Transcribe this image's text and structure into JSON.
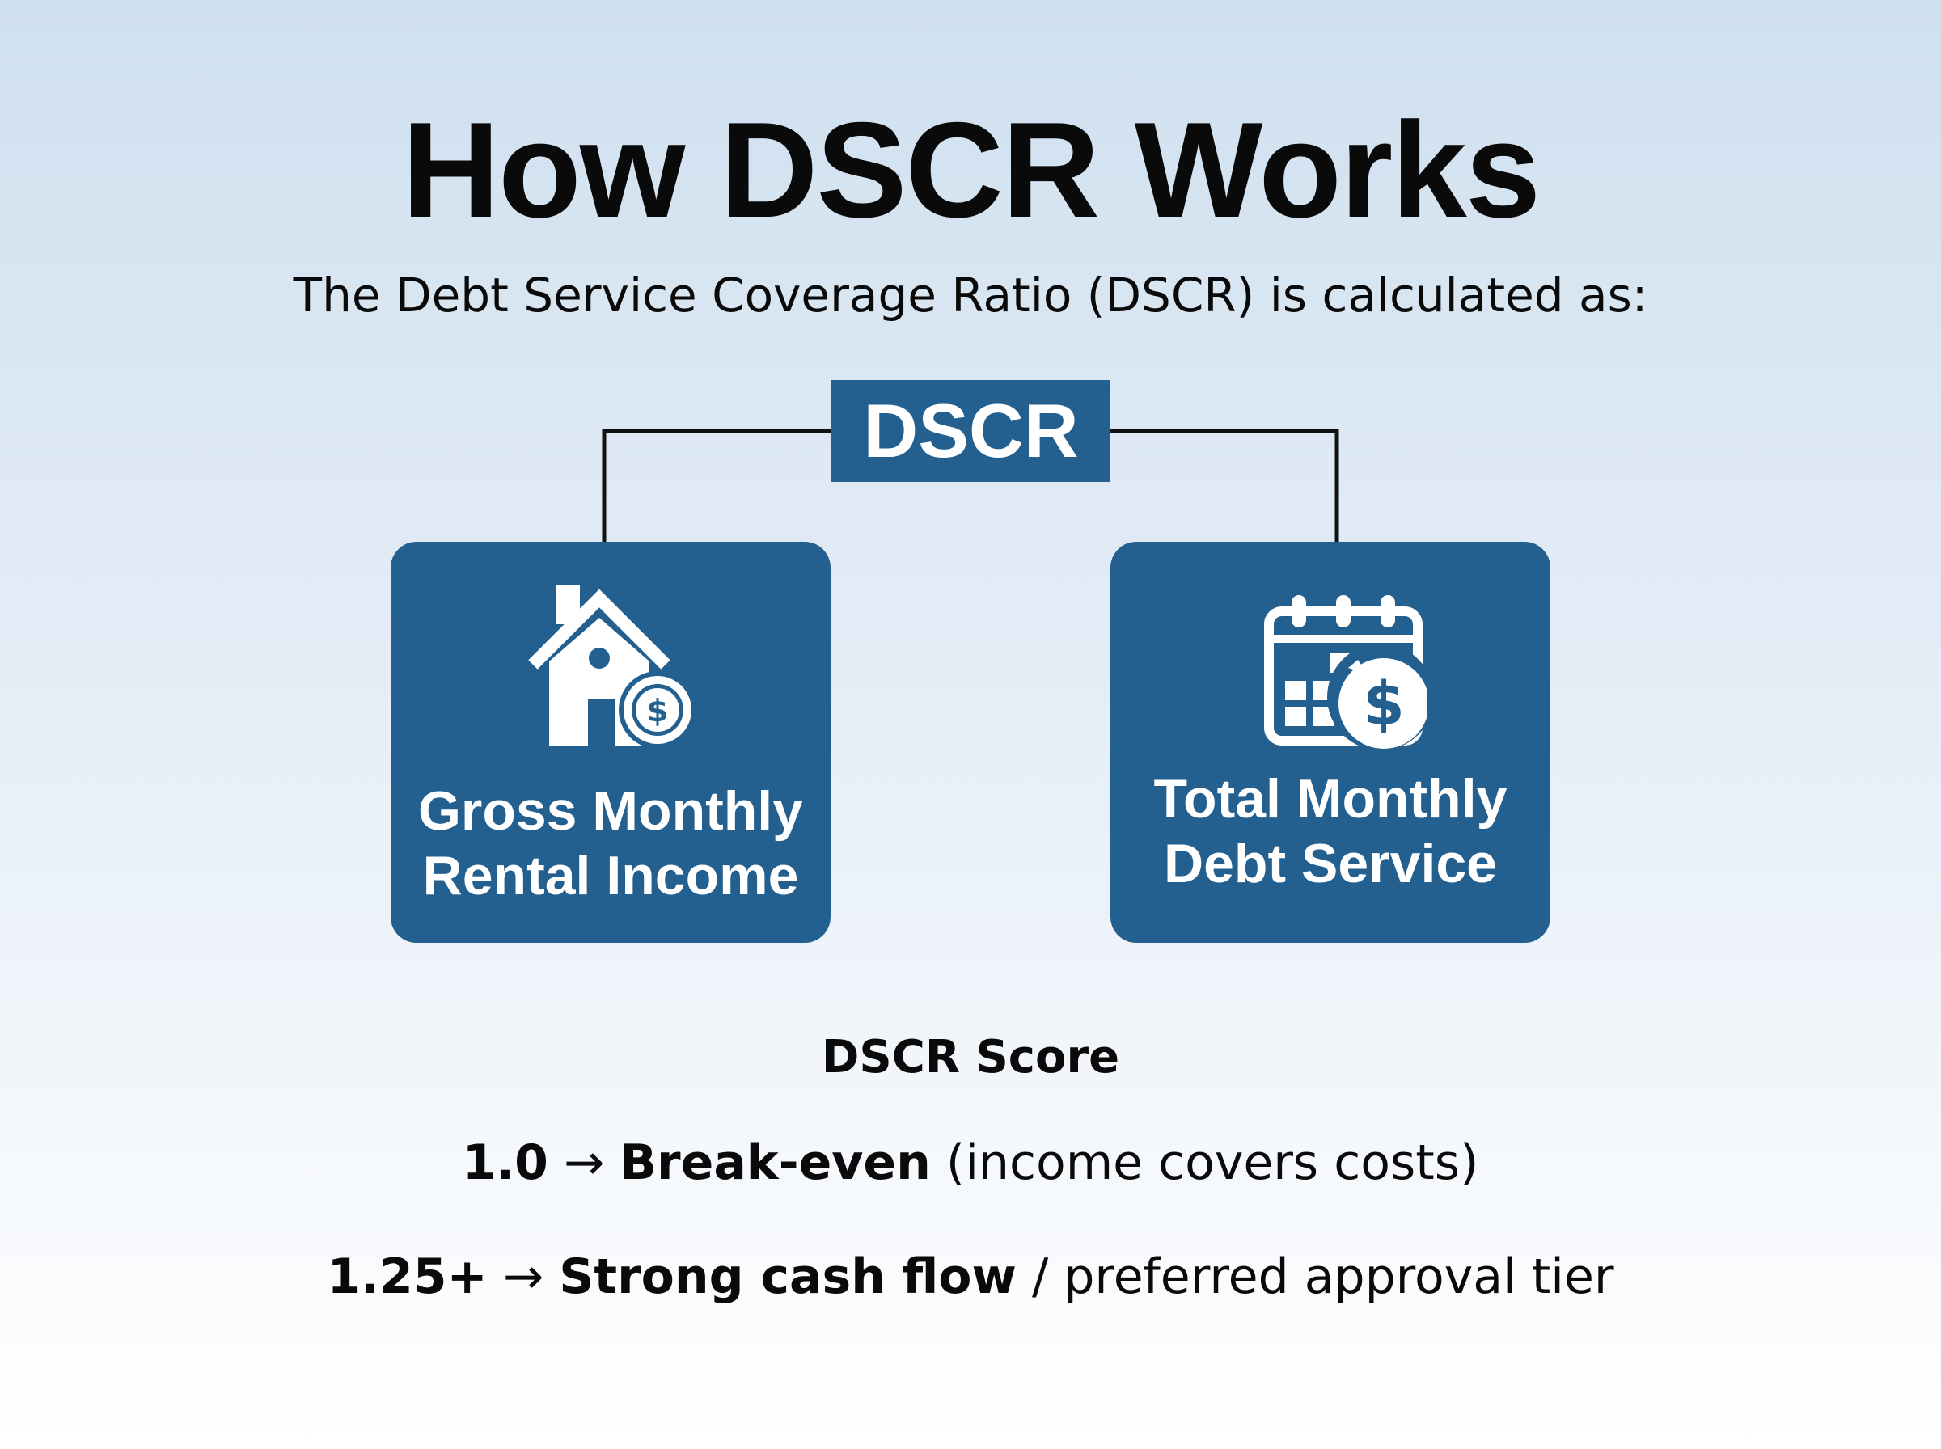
{
  "title": "How DSCR Works",
  "subtitle": "The Debt Service Coverage Ratio (DSCR) is calculated as:",
  "dscr_label": "DSCR",
  "cards": [
    {
      "line1": "Gross Monthly",
      "line2": "Rental Income",
      "icon": "house-dollar-icon"
    },
    {
      "line1": "Total Monthly",
      "line2": "Debt Service",
      "icon": "calendar-dollar-icon"
    }
  ],
  "score": {
    "heading": "DSCR Score",
    "rows": [
      {
        "value": "1.0",
        "arrow": "→",
        "label": "Break-even",
        "note": "(income covers costs)"
      },
      {
        "value": "1.25+",
        "arrow": "→",
        "label": "Strong cash flow",
        "note": "/ preferred approval tier"
      }
    ]
  },
  "colors": {
    "primary_blue": "#23608f",
    "text": "#0a0a0a",
    "background_top": "#cfe0ef",
    "background_bottom": "#ffffff"
  }
}
